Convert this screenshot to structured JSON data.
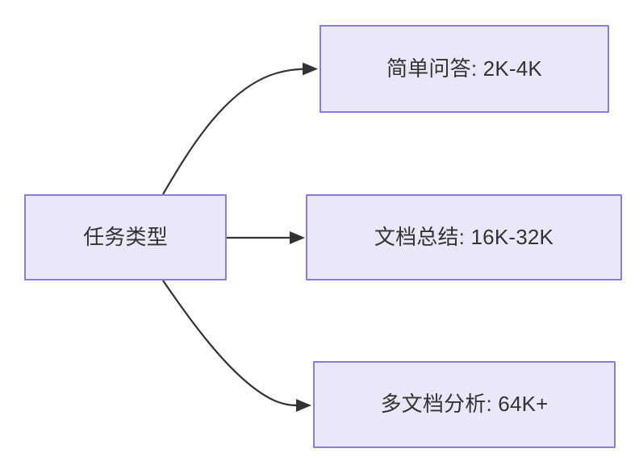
{
  "diagram": {
    "type": "flowchart",
    "direction": "left-to-right",
    "background_color": "#ffffff",
    "node_fill_color": "#eae7f9",
    "node_border_color": "#8b7cdb",
    "node_text_color": "#333333",
    "edge_color": "#333333",
    "nodes": [
      {
        "id": "root",
        "label": "任务类型",
        "role": "source"
      },
      {
        "id": "simple",
        "label": "简单问答: 2K-4K",
        "role": "target"
      },
      {
        "id": "summary",
        "label": "文档总结: 16K-32K",
        "role": "target"
      },
      {
        "id": "multidoc",
        "label": "多文档分析: 64K+",
        "role": "target"
      }
    ],
    "edges": [
      {
        "id": "edge-root-simple",
        "from": "root",
        "to": "simple",
        "shape": "curved",
        "label": "",
        "arrowhead": "filled-triangle"
      },
      {
        "id": "edge-root-summary",
        "from": "root",
        "to": "summary",
        "shape": "straight",
        "label": "",
        "arrowhead": "filled-triangle"
      },
      {
        "id": "edge-root-multidoc",
        "from": "root",
        "to": "multidoc",
        "shape": "curved",
        "label": "",
        "arrowhead": "filled-triangle"
      }
    ]
  }
}
